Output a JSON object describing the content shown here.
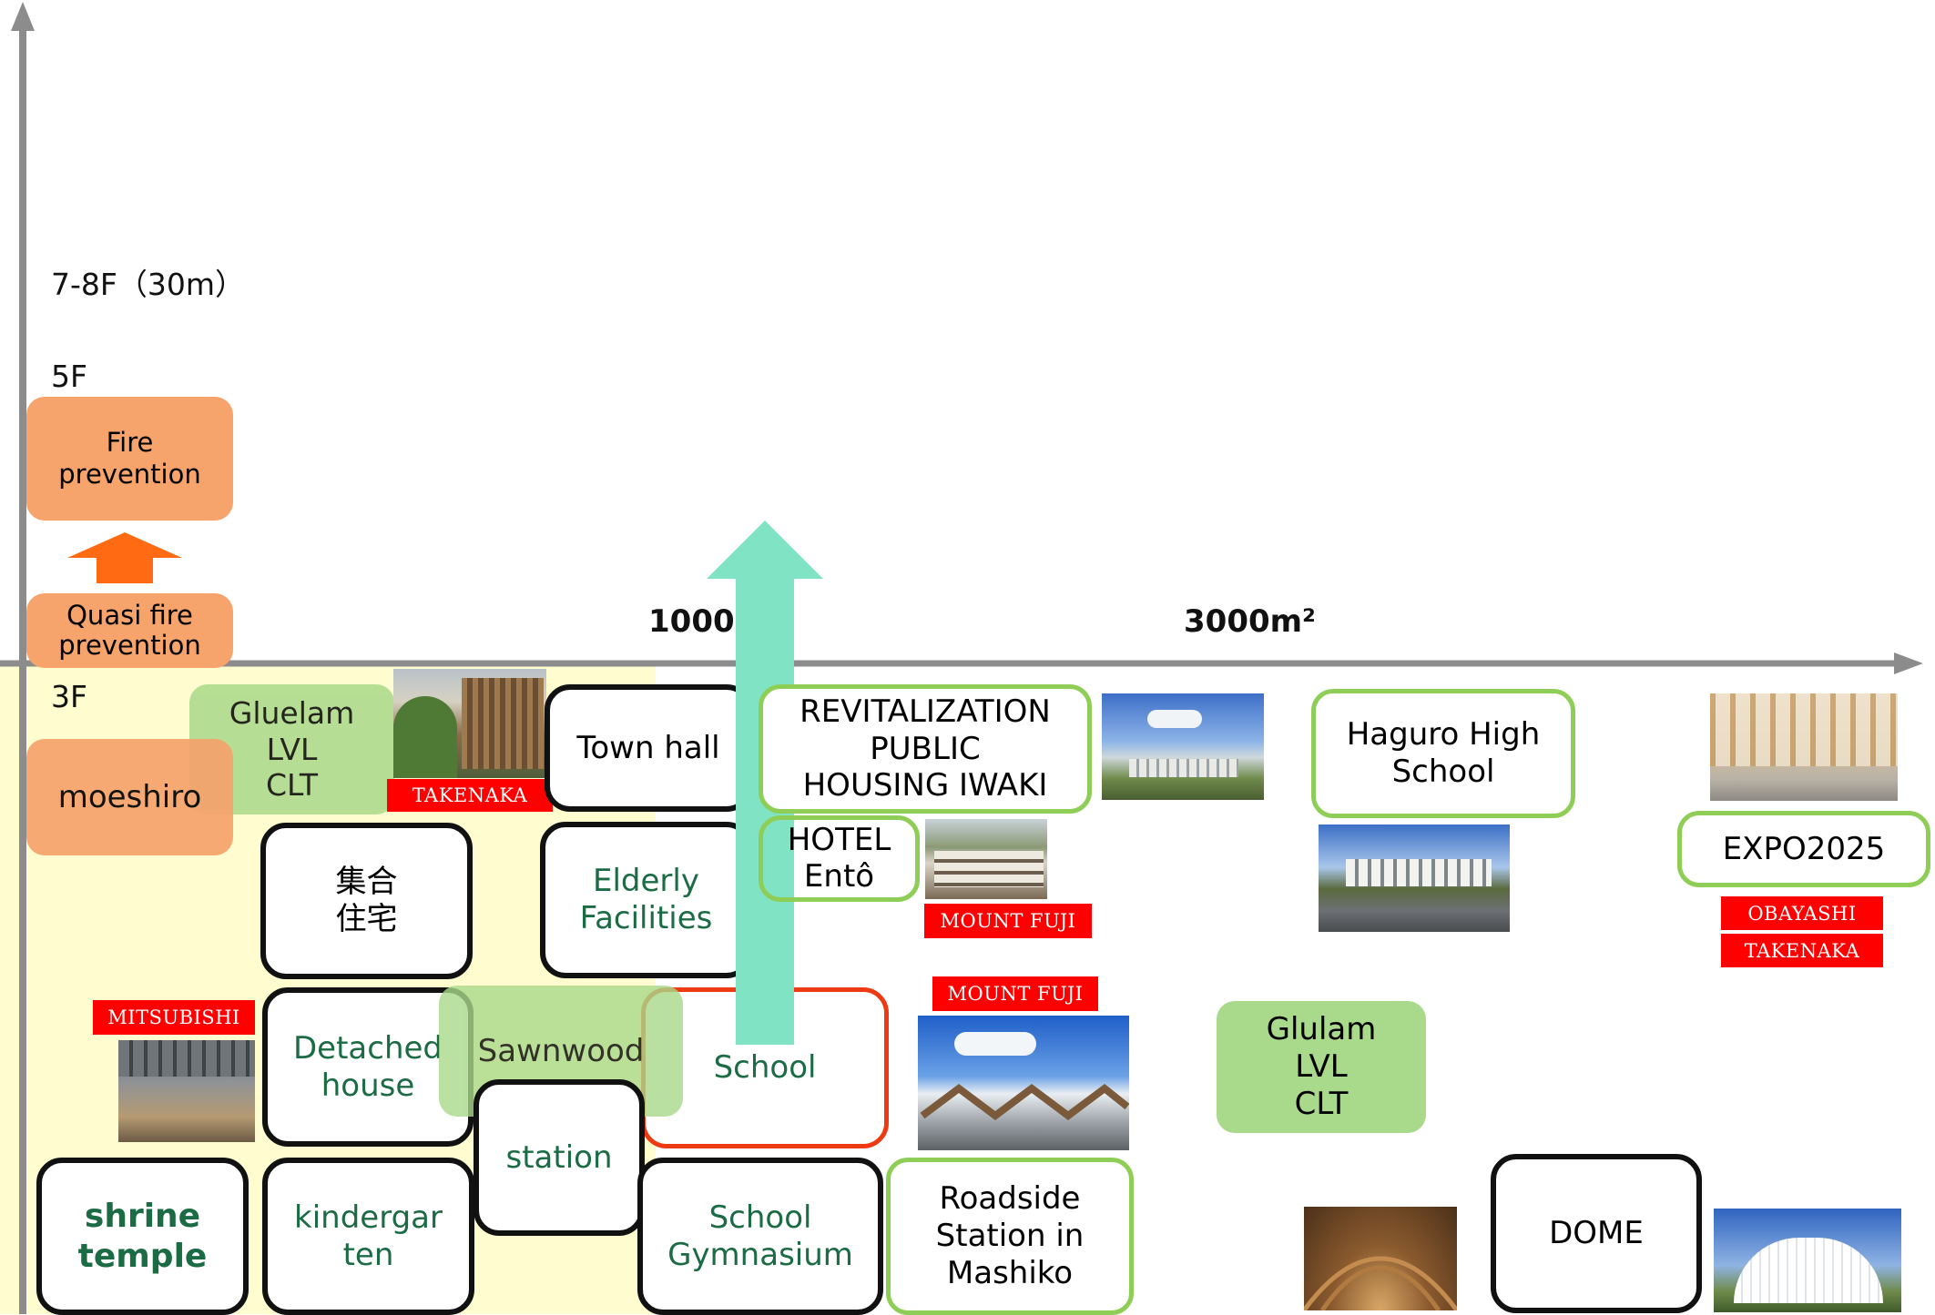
{
  "y_axis": {
    "ticks": {
      "f78": "7-8F（30m）",
      "f5": "5F",
      "f3": "3F"
    }
  },
  "x_axis": {
    "ticks": {
      "a1000": "1000m²",
      "a3000": "3000m²"
    }
  },
  "fire": {
    "fire_prevention": [
      "Fire",
      "prevention"
    ],
    "quasi_fire_prevention": [
      "Quasi fire",
      "prevention"
    ]
  },
  "materials": {
    "left": [
      "Gluelam",
      "LVL",
      "CLT"
    ],
    "right": [
      "Glulam",
      "LVL",
      "CLT"
    ],
    "sawnwood": "Sawnwood"
  },
  "buildings": {
    "moeshiro": "moeshiro",
    "town_hall": "Town hall",
    "shugo": [
      "集合",
      "住宅"
    ],
    "elderly": [
      "Elderly",
      "Facilities"
    ],
    "detached": [
      "Detached",
      "house"
    ],
    "station": "station",
    "school": "School",
    "shrine": [
      "shrine",
      "temple"
    ],
    "kindergarten": [
      "kindergar",
      "ten"
    ],
    "gymnasium": [
      "School",
      "Gymnasium"
    ],
    "revitalization": [
      "REVITALIZATION",
      "PUBLIC",
      "HOUSING IWAKI"
    ],
    "hotel": [
      "HOTEL",
      "Entô"
    ],
    "roadside": [
      "Roadside",
      "Station in",
      "Mashiko"
    ],
    "haguro": [
      "Haguro High",
      "School"
    ],
    "expo": "EXPO2025",
    "dome": "DOME"
  },
  "tags": {
    "takenaka": "TAKENAKA",
    "mitsubishi": "MITSUBISHI",
    "mount_fuji_1": "MOUNT FUJI",
    "mount_fuji_2": "MOUNT FUJI",
    "obayashi": "OBAYASHI",
    "takenaka_2": "TAKENAKA"
  },
  "colors": {
    "region": "#fffccf",
    "fire": "#f6a36c",
    "arrow_orange": "#ff6a12",
    "arrow_teal": "#7fe3c4",
    "green_fill": "#a9d98a",
    "green_border": "#8fce56",
    "red_border": "#ee3a12",
    "tag_red": "#ff0000"
  }
}
